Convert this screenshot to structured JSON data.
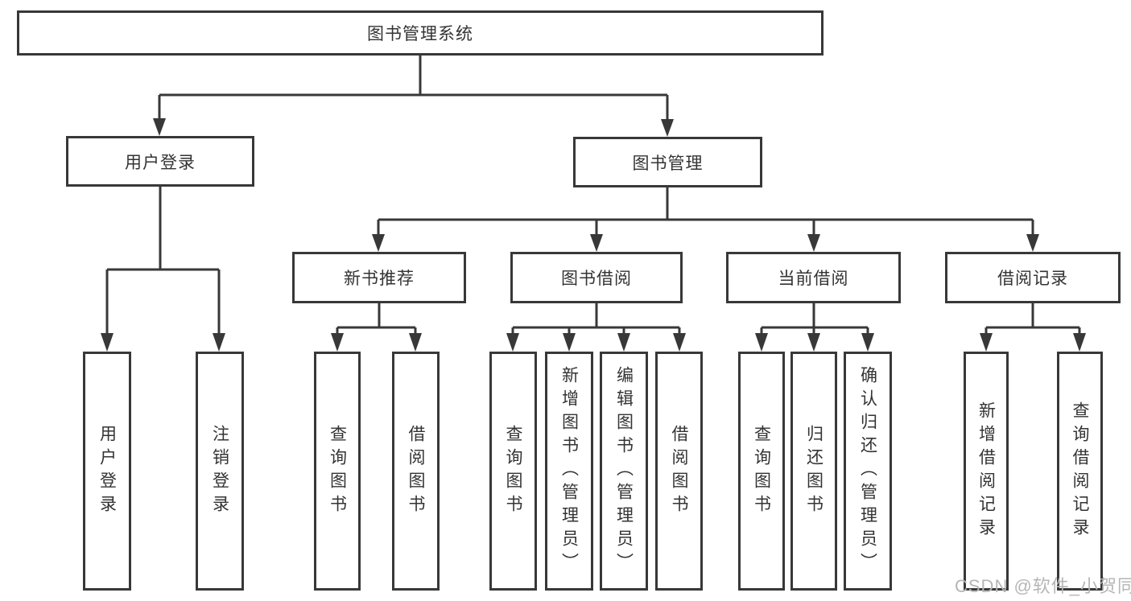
{
  "diagram": {
    "type": "tree",
    "title": "图书管理系统",
    "watermark": "CSDN @软件_小贺同学",
    "colors": {
      "line": "#383838",
      "box_background": "#ffffff",
      "text": "#333333",
      "watermark_text": "#b6b6b6"
    },
    "tree": {
      "label": "图书管理系统",
      "children": [
        {
          "label": "用户登录",
          "children": [
            {
              "label": "用户登录"
            },
            {
              "label": "注销登录"
            }
          ]
        },
        {
          "label": "图书管理",
          "children": [
            {
              "label": "新书推荐",
              "children": [
                {
                  "label": "查询图书"
                },
                {
                  "label": "借阅图书"
                }
              ]
            },
            {
              "label": "图书借阅",
              "children": [
                {
                  "label": "查询图书"
                },
                {
                  "label": "新增图书（管理员）"
                },
                {
                  "label": "编辑图书（管理员）"
                },
                {
                  "label": "借阅图书"
                }
              ]
            },
            {
              "label": "当前借阅",
              "children": [
                {
                  "label": "查询图书"
                },
                {
                  "label": "归还图书"
                },
                {
                  "label": "确认归还（管理员）"
                }
              ]
            },
            {
              "label": "借阅记录",
              "children": [
                {
                  "label": "新增借阅记录"
                },
                {
                  "label": "查询借阅记录"
                }
              ]
            }
          ]
        }
      ]
    }
  }
}
